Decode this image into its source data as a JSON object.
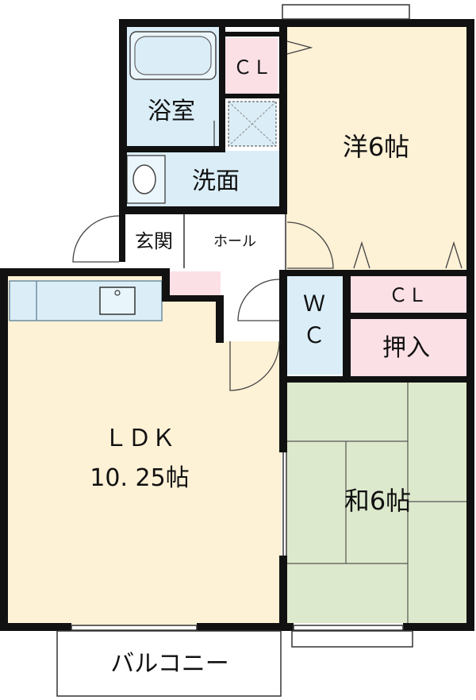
{
  "rooms": {
    "bath": "浴室",
    "wash": "洗面",
    "entrance": "玄関",
    "hall": "ホール",
    "cl_top": "ＣＬ",
    "western": "洋6帖",
    "wc_line1": "Ｗ",
    "wc_line2": "Ｃ",
    "cl_mid": "ＣＬ",
    "closet": "押入",
    "ldk_line1": "ＬＤＫ",
    "ldk_line2": "10. 25帖",
    "japanese": "和6帖",
    "balcony": "バルコニー"
  },
  "colors": {
    "wall": "#111111",
    "ldk_floor": "#fdf1d6",
    "western_floor": "#fdf1d6",
    "japanese_floor": "#dde9cc",
    "wet_area": "#dbeef8",
    "storage_pink": "#fbe0e6",
    "hall_floor": "#ffffff"
  }
}
